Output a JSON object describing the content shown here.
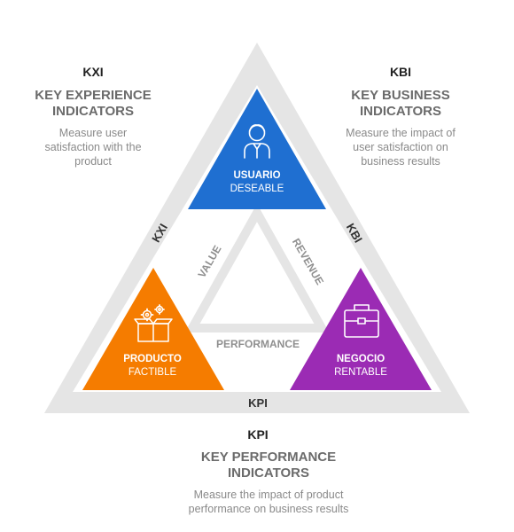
{
  "colors": {
    "outer_triangle": "#e5e5e5",
    "inner_outline": "#e5e5e5",
    "usuario": "#1f6fd1",
    "producto": "#f57c00",
    "negocio": "#9b2bb4",
    "white": "#ffffff"
  },
  "kxi": {
    "abbr": "KXI",
    "title_line1": "KEY EXPERIENCE",
    "title_line2": "INDICATORS",
    "desc_line1": "Measure user",
    "desc_line2": "satisfaction with the",
    "desc_line3": "product"
  },
  "kbi": {
    "abbr": "KBI",
    "title_line1": "KEY BUSINESS",
    "title_line2": "INDICATORS",
    "desc_line1": "Measure the impact of",
    "desc_line2": "user satisfaction on",
    "desc_line3": "business results"
  },
  "kpi": {
    "abbr": "KPI",
    "title_line1": "KEY PERFORMANCE",
    "title_line2": "INDICATORS",
    "desc_line1": "Measure the impact of product",
    "desc_line2": "performance on business results"
  },
  "edges": {
    "left": "KXI",
    "right": "KBI",
    "bottom": "KPI"
  },
  "inner_edges": {
    "left": "VALUE",
    "right": "REVENUE",
    "bottom": "PERFORMANCE"
  },
  "triangles": {
    "usuario": {
      "label": "USUARIO",
      "sub": "DESEABLE",
      "icon": "user-icon"
    },
    "producto": {
      "label": "PRODUCTO",
      "sub": "FACTIBLE",
      "icon": "box-gears-icon"
    },
    "negocio": {
      "label": "NEGOCIO",
      "sub": "RENTABLE",
      "icon": "briefcase-icon"
    }
  }
}
